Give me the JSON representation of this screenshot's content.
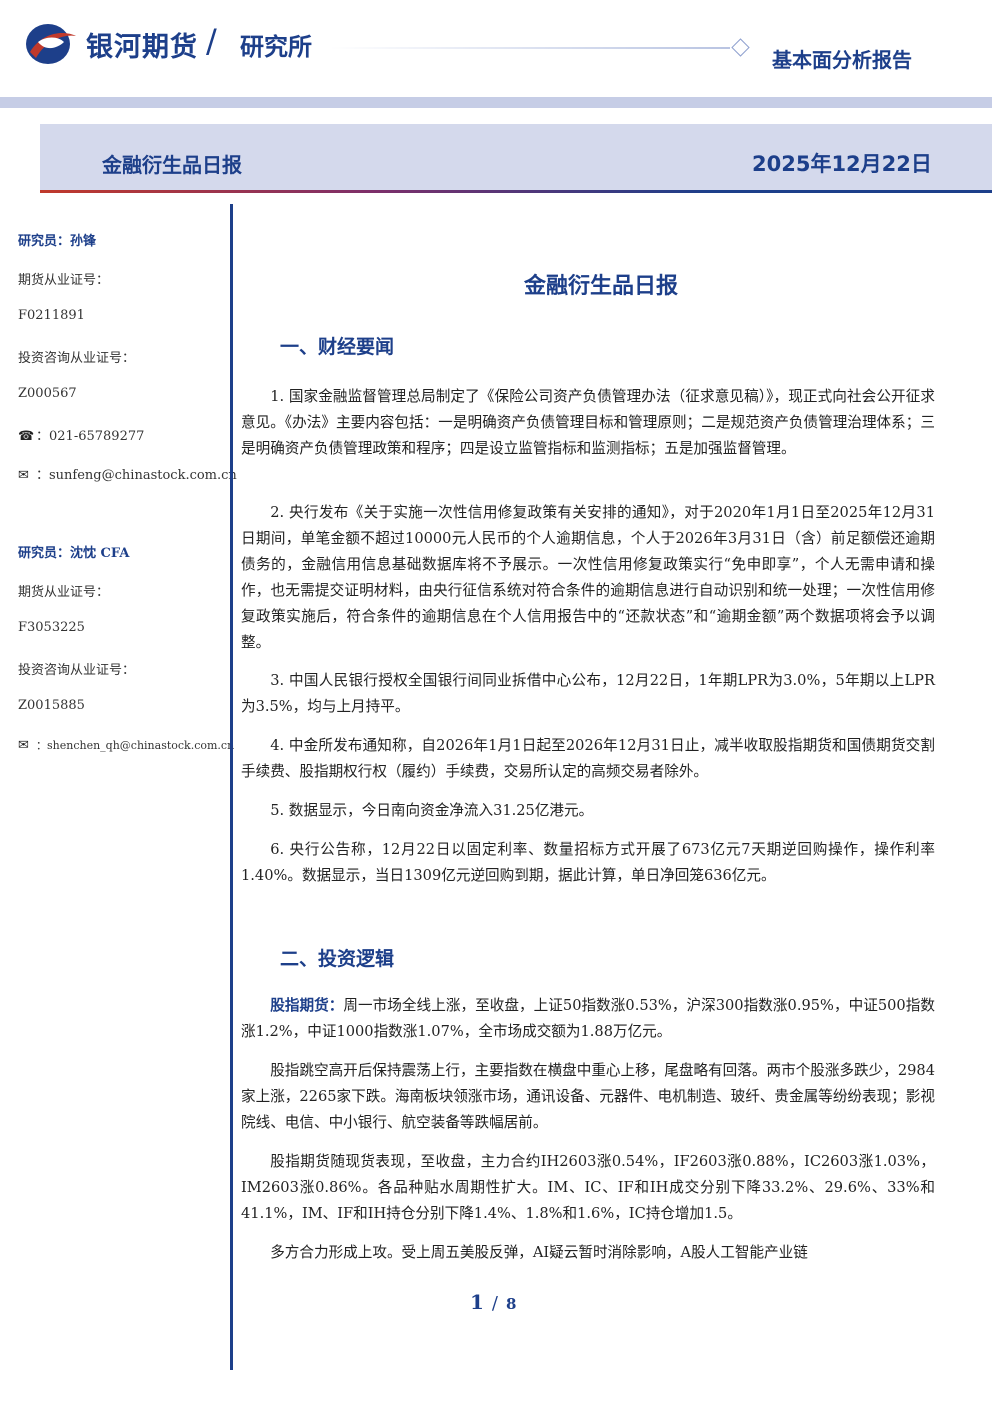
{
  "header": {
    "brand": "银河期货",
    "slash": "/",
    "institute": "研究所",
    "report_type": "基本面分析报告",
    "brand_colors": {
      "primary": "#1d3f8a",
      "accent": "#c0392b"
    }
  },
  "title_band": {
    "title": "金融衍生品日报",
    "date": "2025年12月22日"
  },
  "sidebar": {
    "researcher1": {
      "name_line": "研究员：孙锋",
      "cert_label": "期货从业证号：",
      "cert_no": "F0211891",
      "consult_label": "投资咨询从业证号：",
      "consult_no": "Z000567",
      "phone_icon": "phone-icon",
      "phone": "021-65789277",
      "email_icon": "mail-icon",
      "email": "sunfeng@chinastock.com.cn"
    },
    "researcher2": {
      "name_line": "研究员：沈忱 CFA",
      "cert_label": "期货从业证号：",
      "cert_no": "F3053225",
      "consult_label": "投资咨询从业证号：",
      "consult_no": "Z0015885",
      "email_icon": "mail-icon",
      "email": "shenchen_qh@chinastock.com.cn"
    }
  },
  "main": {
    "title": "金融衍生品日报",
    "section1": {
      "title": "一、财经要闻",
      "items": [
        "1. 国家金融监督管理总局制定了《保险公司资产负债管理办法（征求意见稿）》，现正式向社会公开征求意见。《办法》主要内容包括：一是明确资产负债管理目标和管理原则；二是规范资产负债管理治理体系；三是明确资产负债管理政策和程序；四是设立监管指标和监测指标；五是加强监督管理。",
        "2. 央行发布《关于实施一次性信用修复政策有关安排的通知》，对于2020年1月1日至2025年12月31日期间，单笔金额不超过10000元人民币的个人逾期信息，个人于2026年3月31日（含）前足额偿还逾期债务的，金融信用信息基础数据库将不予展示。一次性信用修复政策实行“免申即享”，个人无需申请和操作，也无需提交证明材料，由央行征信系统对符合条件的逾期信息进行自动识别和统一处理；一次性信用修复政策实施后，符合条件的逾期信息在个人信用报告中的“还款状态”和“逾期金额”两个数据项将会予以调整。",
        "3. 中国人民银行授权全国银行间同业拆借中心公布，12月22日，1年期LPR为3.0%，5年期以上LPR为3.5%，均与上月持平。",
        "4. 中金所发布通知称，自2026年1月1日起至2026年12月31日止，减半收取股指期货和国债期货交割手续费、股指期权行权（履约）手续费，交易所认定的高频交易者除外。",
        "5. 数据显示，今日南向资金净流入31.25亿港元。",
        "6. 央行公告称，12月22日以固定利率、数量招标方式开展了673亿元7天期逆回购操作，操作利率1.40%。数据显示，当日1309亿元逆回购到期，据此计算，单日净回笼636亿元。"
      ]
    },
    "section2": {
      "title": "二、投资逻辑",
      "p1_lead": "股指期货：",
      "p1_text": "周一市场全线上涨，至收盘，上证50指数涨0.53%，沪深300指数涨0.95%，中证500指数涨1.2%，中证1000指数涨1.07%，全市场成交额为1.88万亿元。",
      "p2": "股指跳空高开后保持震荡上行，主要指数在横盘中重心上移，尾盘略有回落。两市个股涨多跌少，2984家上涨，2265家下跌。海南板块领涨市场，通讯设备、元器件、电机制造、玻纤、贵金属等纷纷表现；影视院线、电信、中小银行、航空装备等跌幅居前。",
      "p3": "股指期货随现货表现，至收盘，主力合约IH2603涨0.54%，IF2603涨0.88%，IC2603涨1.03%，IM2603涨0.86%。各品种贴水周期性扩大。IM、IC、IF和IH成交分别下降33.2%、29.6%、33%和41.1%，IM、IF和IH持仓分别下降1.4%、1.8%和1.6%，IC持仓增加1.5。",
      "p4": "多方合力形成上攻。受上周五美股反弹，AI疑云暂时消除影响，A股人工智能产业链"
    }
  },
  "footer": {
    "page": "1",
    "sep": "/",
    "total": "8"
  }
}
